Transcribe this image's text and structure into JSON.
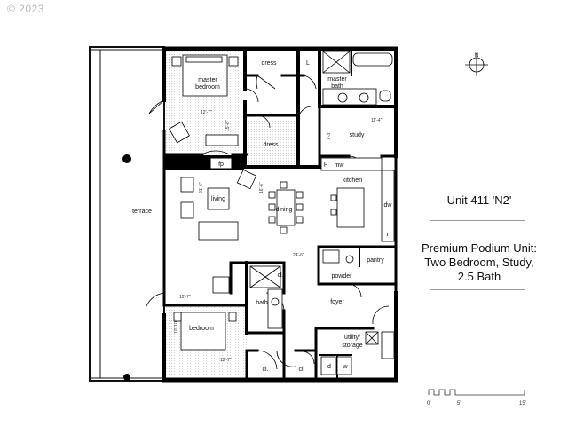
{
  "copyright": "© 2023",
  "info": {
    "unit_title": "Unit 411 'N2'",
    "description_lines": [
      "Premium Podium Unit:",
      "Two Bedroom, Study,",
      "2.5 Bath"
    ]
  },
  "rooms": {
    "master_bedroom_line1": "master",
    "master_bedroom_line2": "bedroom",
    "dress_top": "dress",
    "linen_top": "L",
    "master_bath_line1": "master",
    "master_bath_line2": "bath",
    "dress_mid": "dress",
    "study": "study",
    "fireplace": "fp",
    "living": "living",
    "dining": "dining",
    "terrace": "terrace",
    "kitchen": "kitchen",
    "pantry": "pantry",
    "powder": "powder",
    "microwave": "mw",
    "pantry_p": "p",
    "dishwasher": "dw",
    "refrigerator": "r",
    "closet_bath": "cl.",
    "bath": "bath",
    "foyer": "foyer",
    "bedroom": "bedroom",
    "utility_line1": "utility/",
    "utility_line2": "storage",
    "closet_bed": "cl.",
    "closet_hall": "cl.",
    "dryer": "d",
    "washer": "w"
  },
  "dimensions": {
    "master_w": "12'-7\"",
    "master_h": "15'-8\"",
    "study_w": "11'-4\"",
    "study_h": "7'-3\"",
    "living_h": "21'-6\"",
    "dining_h": "16'-6\"",
    "main_w": "24'-6\"",
    "lower_w": "12'-7\"",
    "bed_h": "10'-10\"",
    "bed_w": "12'-7\""
  },
  "compass_label": "N",
  "scale": {
    "l0": "0'",
    "l5": "5'",
    "l15": "15'"
  }
}
